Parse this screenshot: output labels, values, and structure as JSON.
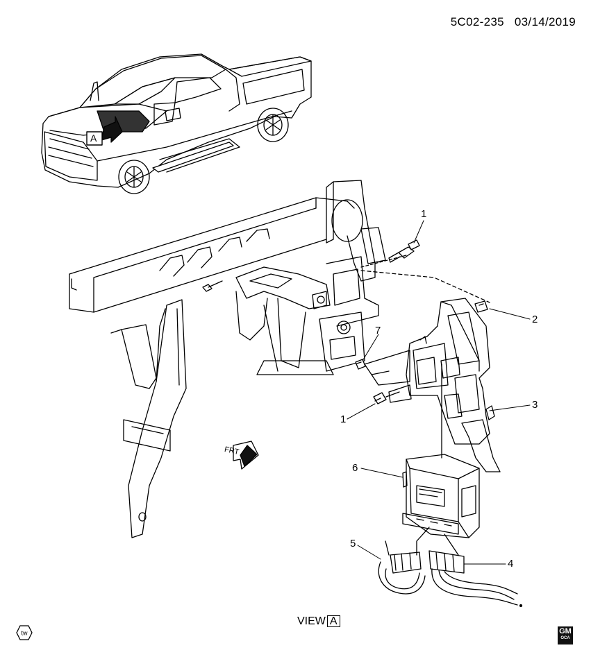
{
  "header": {
    "diagram_id": "5C02-235",
    "date": "03/14/2019"
  },
  "callouts": [
    "1",
    "2",
    "3",
    "1",
    "4",
    "5",
    "6",
    "7"
  ],
  "view_label": {
    "text": "VIEW",
    "letter": "A"
  },
  "truck_view_marker": "A",
  "front_arrow_label": "FRT",
  "footer": {
    "left_badge": "tw",
    "right_badge_top": "GM",
    "right_badge_bottom": "OCA"
  }
}
